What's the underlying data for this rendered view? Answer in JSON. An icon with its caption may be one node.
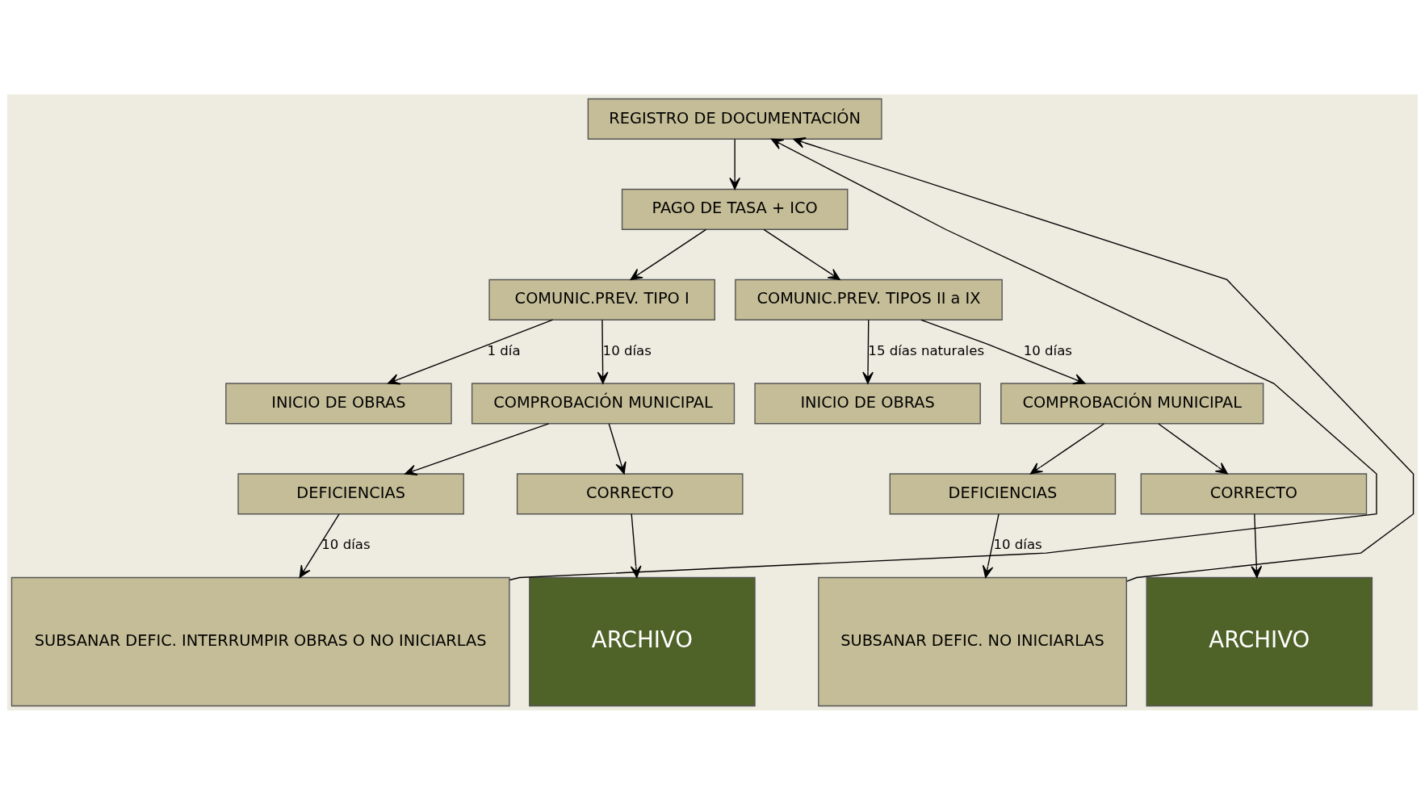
{
  "diagram": {
    "nodes": [
      {
        "text": [
          "REGISTRO DE DOCUMENTACIÓN"
        ]
      },
      {
        "text": [
          "PAGO DE TASA + ICO"
        ]
      },
      {
        "text": [
          "COMUNIC.PREV. TIPO I"
        ]
      },
      {
        "text": [
          "COMUNIC.PREV. TIPOS II a IX"
        ]
      },
      {
        "text": [
          "INICIO DE OBRAS"
        ]
      },
      {
        "text": [
          "COMPROBACIÓN MUNICIPAL"
        ]
      },
      {
        "text": [
          "INICIO DE OBRAS"
        ]
      },
      {
        "text": [
          "COMPROBACIÓN MUNICIPAL"
        ]
      },
      {
        "text": [
          "DEFICIENCIAS"
        ]
      },
      {
        "text": [
          "CORRECTO"
        ]
      },
      {
        "text": [
          "DEFICIENCIAS"
        ]
      },
      {
        "text": [
          "CORRECTO"
        ]
      },
      {
        "text": [
          "SUBSANAR DEFIC. INTERRUMPIR OBRAS O NO INICIARLAS"
        ]
      },
      {
        "text": [
          "ARCHIVO"
        ]
      },
      {
        "text": [
          "SUBSANAR DEFIC. NO INICIARLAS"
        ]
      },
      {
        "text": [
          "ARCHIVO"
        ]
      }
    ],
    "edges": [
      {
        "from": 0,
        "to": 1,
        "arrow": "to"
      },
      {
        "from": 1,
        "to": 2,
        "arrow": "to"
      },
      {
        "from": 1,
        "to": 3,
        "arrow": "to"
      },
      {
        "from": 2,
        "to": 4,
        "arrow": "to",
        "label": "1 día"
      },
      {
        "from": 2,
        "to": 5,
        "arrow": "to",
        "label": "10 días"
      },
      {
        "from": 3,
        "to": 6,
        "arrow": "to",
        "label": "15 días naturales"
      },
      {
        "from": 3,
        "to": 7,
        "arrow": "to",
        "label": "10 días"
      },
      {
        "from": 5,
        "to": 8,
        "arrow": "to"
      },
      {
        "from": 5,
        "to": 9,
        "arrow": "to"
      },
      {
        "from": 7,
        "to": 10,
        "arrow": "to"
      },
      {
        "from": 7,
        "to": 11,
        "arrow": "to"
      },
      {
        "from": 8,
        "to": 12,
        "arrow": "to",
        "label": "10 días"
      },
      {
        "from": 9,
        "to": 13,
        "arrow": "to"
      },
      {
        "from": 10,
        "to": 14,
        "arrow": "to",
        "label": "10 días"
      },
      {
        "from": 11,
        "to": 15,
        "arrow": "to"
      },
      {
        "from": 12,
        "to": 0,
        "arrow": "to"
      },
      {
        "from": 14,
        "to": 0,
        "arrow": "to"
      }
    ]
  }
}
